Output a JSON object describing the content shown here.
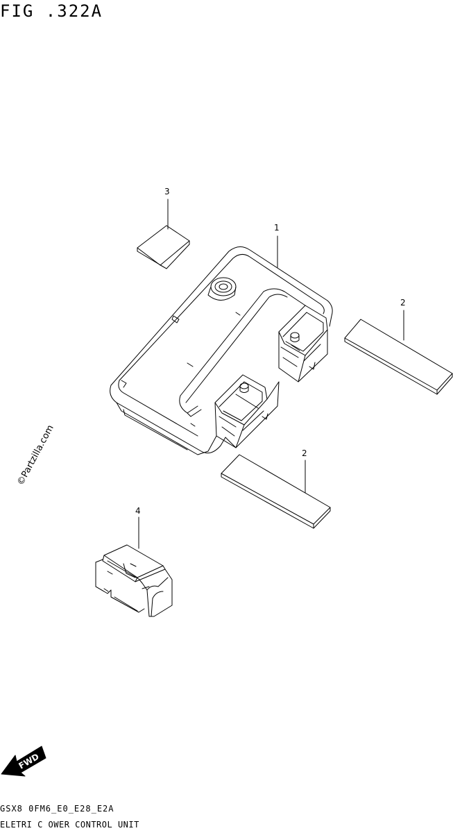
{
  "figure": {
    "title": "FIG .322A",
    "watermark": "©Partzilla.com",
    "fwd_label": "FWD"
  },
  "callouts": [
    {
      "number": "1",
      "part": "electric-power-control-unit"
    },
    {
      "number": "2",
      "part": "pad-lower"
    },
    {
      "number": "2",
      "part": "pad-right"
    },
    {
      "number": "3",
      "part": "pad-top"
    },
    {
      "number": "4",
      "part": "relay"
    }
  ],
  "footer": {
    "model_line": "GSX8 0FM6_E0_E28_E2A",
    "description": "ELETRI C OWER CONTROL UNIT"
  }
}
